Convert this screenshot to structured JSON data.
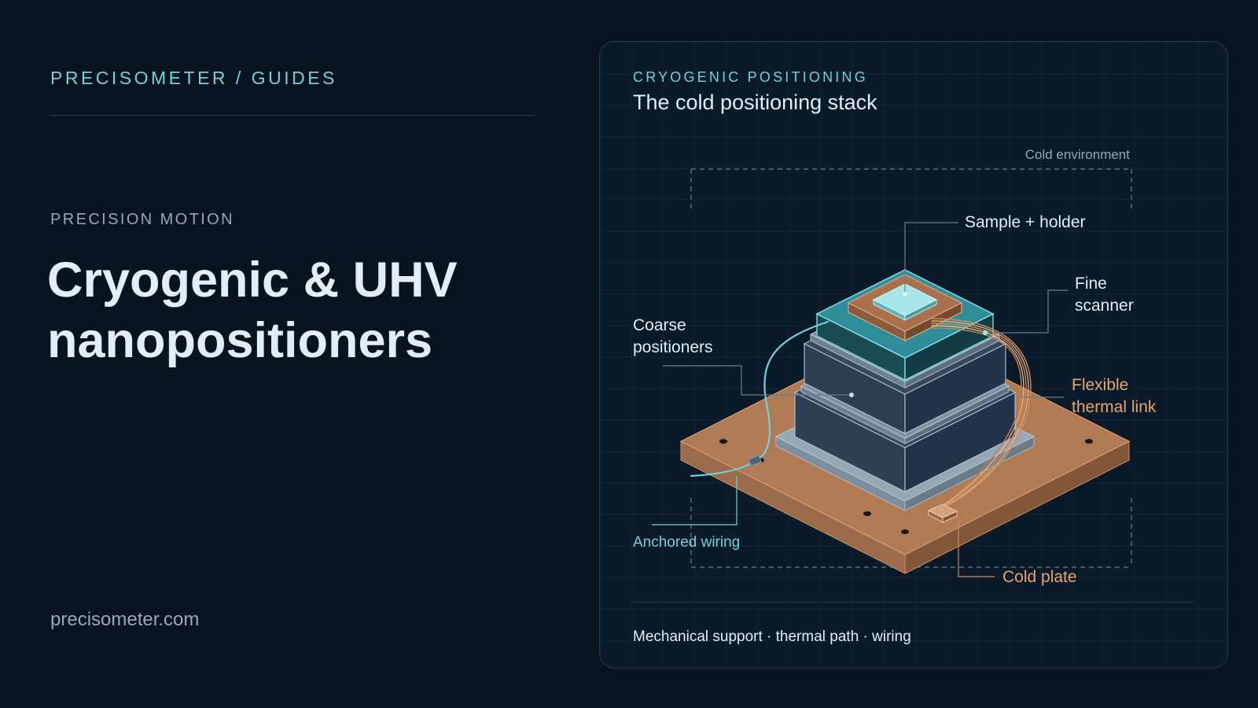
{
  "brand": {
    "eyebrow": "PRECISOMETER / GUIDES",
    "url": "precisometer.com"
  },
  "hero": {
    "kicker": "PRECISION MOTION",
    "title_line1": "Cryogenic & UHV",
    "title_line2": "nanopositioners"
  },
  "diagram": {
    "eyebrow": "CRYOGENIC POSITIONING",
    "title": "The cold positioning stack",
    "region_label": "Cold environment",
    "labels": {
      "sample": "Sample + holder",
      "fine_line1": "Fine",
      "fine_line2": "scanner",
      "coarse_line1": "Coarse",
      "coarse_line2": "positioners",
      "thermal_line1": "Flexible",
      "thermal_line2": "thermal link",
      "wiring": "Anchored wiring",
      "cold_plate": "Cold plate"
    },
    "footer": "Mechanical support · thermal path · wiring"
  },
  "colors": {
    "background": "#07131f",
    "accent_cyan": "#6fd3dc",
    "accent_copper": "#e8a56e",
    "text_light": "#e2eef5",
    "text_muted": "#9aa8b4"
  }
}
